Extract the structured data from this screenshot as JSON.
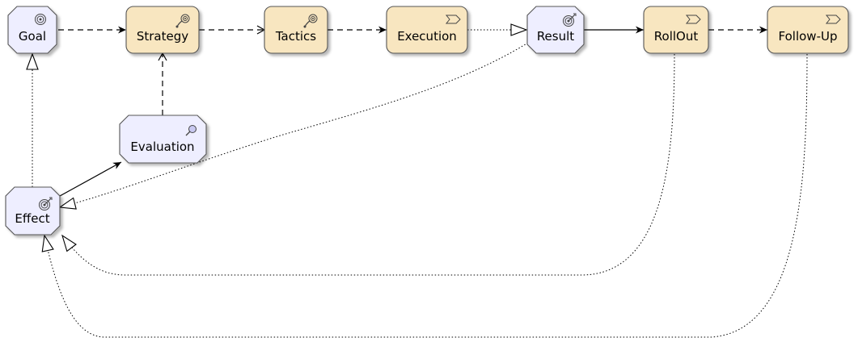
{
  "nodes": {
    "goal": {
      "label": "Goal",
      "kind": "motivation",
      "icon": "goal-icon"
    },
    "strategy": {
      "label": "Strategy",
      "kind": "business",
      "icon": "course-of-action-icon"
    },
    "tactics": {
      "label": "Tactics",
      "kind": "business",
      "icon": "course-of-action-icon"
    },
    "execution": {
      "label": "Execution",
      "kind": "business",
      "icon": "value-stream-icon"
    },
    "result": {
      "label": "Result",
      "kind": "motivation",
      "icon": "outcome-icon"
    },
    "rollout": {
      "label": "RollOut",
      "kind": "business",
      "icon": "value-stream-icon"
    },
    "followup": {
      "label": "Follow-Up",
      "kind": "business",
      "icon": "value-stream-icon"
    },
    "evaluation": {
      "label": "Evaluation",
      "kind": "motivation",
      "icon": "assessment-icon"
    },
    "effect": {
      "label": "Effect",
      "kind": "motivation",
      "icon": "outcome-icon"
    }
  },
  "colors": {
    "motivation_fill": "#EEEEFF",
    "business_fill": "#F8E6C0",
    "stroke": "#555555",
    "edge": "#000000"
  }
}
